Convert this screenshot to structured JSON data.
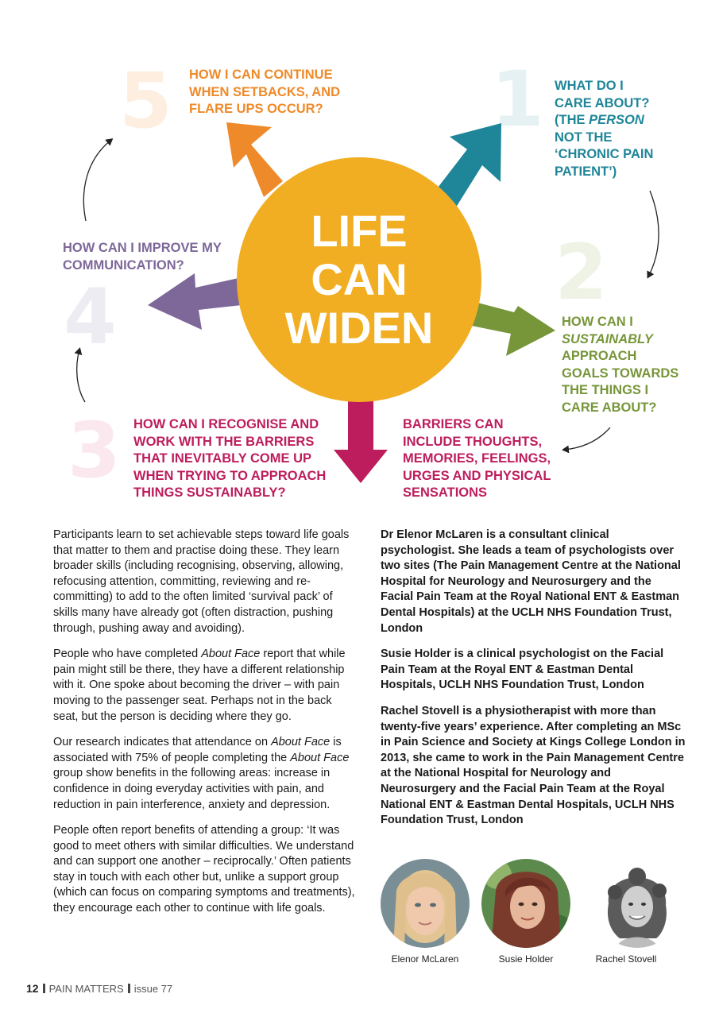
{
  "diagram": {
    "center": {
      "line1": "LIFE",
      "line2": "CAN",
      "line3": "WIDEN"
    },
    "steps": [
      {
        "number": "1",
        "text_a": "WHAT DO I",
        "text_b": "CARE ABOUT?",
        "text_c": "(THE ",
        "text_c_em": "PERSON",
        "text_d": "NOT THE",
        "text_e": "‘CHRONIC PAIN",
        "text_f": "PATIENT’)"
      },
      {
        "number": "2",
        "text_a": "HOW CAN I",
        "text_b_em": "SUSTAINABLY",
        "text_c": "APPROACH",
        "text_d": "GOALS TOWARDS",
        "text_e": "THE THINGS I",
        "text_f": "CARE ABOUT?"
      },
      {
        "number": "3",
        "text_a": "HOW CAN I RECOGNISE AND",
        "text_b": "WORK WITH THE BARRIERS",
        "text_c": "THAT INEVITABLY COME UP",
        "text_d": "WHEN TRYING TO APPROACH",
        "text_e": "THINGS SUSTAINABLY?"
      },
      {
        "number": "4",
        "text_a": "HOW CAN I IMPROVE MY",
        "text_b": "COMMUNICATION?"
      },
      {
        "number": "5",
        "text_a": "HOW I CAN CONTINUE",
        "text_b": "WHEN SETBACKS, AND",
        "text_c": "FLARE UPS OCCUR?"
      }
    ],
    "barriers": {
      "a": "BARRIERS CAN",
      "b": "INCLUDE THOUGHTS,",
      "c": "MEMORIES, FEELINGS,",
      "d": "URGES AND PHYSICAL",
      "e": "SENSATIONS"
    },
    "colors": {
      "center": "#f2ae22",
      "step1": "#1f8599",
      "step2": "#77963a",
      "step3": "#bd1d5c",
      "step4": "#7d6899",
      "step5": "#ef8a2a"
    }
  },
  "left_column": {
    "p1": "Participants learn to set achievable steps toward life goals that matter to them and practise doing these. They learn broader skills (including recognising, observing, allowing, refocusing attention, committing, reviewing and re-committing) to add to the often limited ‘survival pack’ of skills many have already got (often distraction, pushing through, pushing away and avoiding).",
    "p2_a": "People who have completed ",
    "p2_em": "About Face",
    "p2_b": " report that while pain might still be there, they have a different relationship with it. One spoke about becoming the driver – with pain moving to the passenger seat. Perhaps not in the back seat, but the person is deciding where they go.",
    "p3_a": "Our research indicates that attendance on ",
    "p3_em1": "About Face",
    "p3_b": " is associated with 75% of people completing the ",
    "p3_em2": "About Face",
    "p3_c": " group show benefits in the following areas: increase in confidence in doing everyday activities with pain, and reduction in pain interference, anxiety and depression.",
    "p4": "People often report benefits of attending a group: ‘It was good to meet others with similar difficulties. We understand and can support one another – reciprocally.’ Often patients stay in touch with each other but, unlike a support group (which can focus on comparing symptoms and treatments), they encourage each other to continue with life goals."
  },
  "right_column": {
    "bio1": "Dr Elenor McLaren is a consultant clinical psychologist. She leads a team of psychologists over two sites (The Pain Management Centre at the National Hospital for Neurology and Neurosurgery and the Facial Pain Team at the Royal National ENT & Eastman Dental Hospitals) at the UCLH NHS Foundation Trust, London",
    "bio2": "Susie Holder is a clinical psychologist on the Facial Pain Team at the Royal ENT & Eastman Dental Hospitals, UCLH NHS Foundation Trust, London",
    "bio3": "Rachel Stovell is a physiotherapist with more than twenty-five years’ experience. After completing an MSc in Pain Science and Society at Kings College London in 2013, she came to work in the Pain Management Centre at the National Hospital for Neurology and Neurosurgery and the Facial Pain Team at the Royal National ENT & Eastman Dental Hospitals, UCLH NHS Foundation Trust, London"
  },
  "photos": [
    {
      "caption": "Elenor McLaren"
    },
    {
      "caption": "Susie Holder"
    },
    {
      "caption": "Rachel Stovell"
    }
  ],
  "footer": {
    "page": "12",
    "magazine": "PAIN MATTERS",
    "issue": "issue 77"
  }
}
